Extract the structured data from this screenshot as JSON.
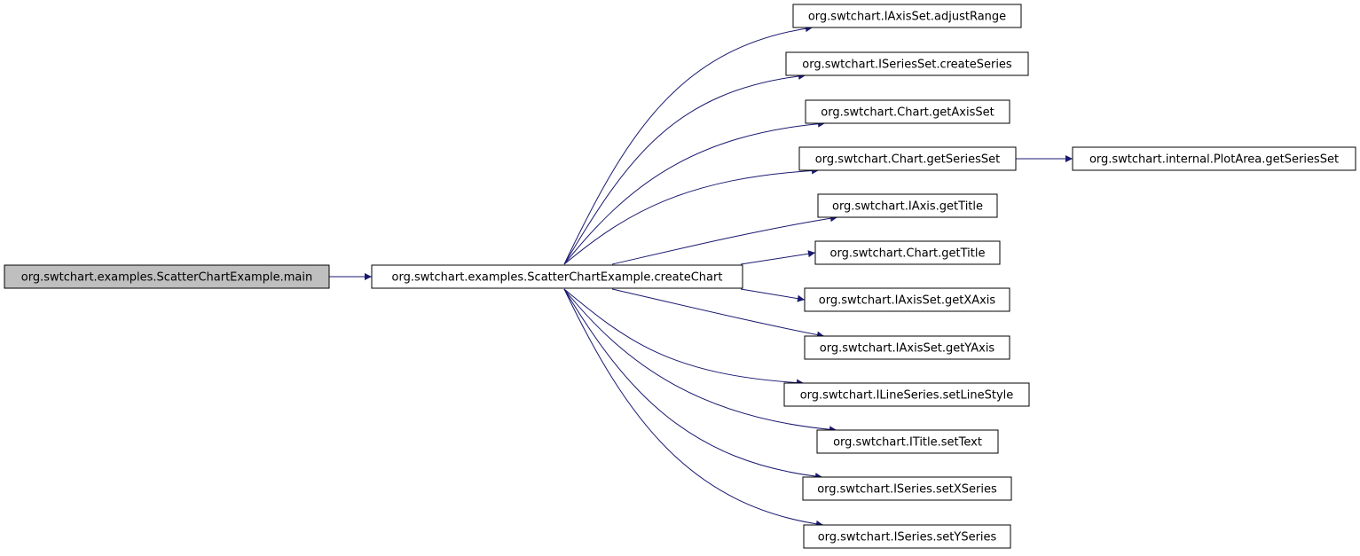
{
  "colors": {
    "edge": "#191970",
    "root_fill": "#bfbfbf",
    "node_fill": "#ffffff",
    "border": "#000000"
  },
  "nodes": [
    {
      "id": "main",
      "label": "org.swtchart.examples.ScatterChartExample.main",
      "root": true
    },
    {
      "id": "createChart",
      "label": "org.swtchart.examples.ScatterChartExample.createChart"
    },
    {
      "id": "adjustRange",
      "label": "org.swtchart.IAxisSet.adjustRange"
    },
    {
      "id": "createSeries",
      "label": "org.swtchart.ISeriesSet.createSeries"
    },
    {
      "id": "getAxisSet",
      "label": "org.swtchart.Chart.getAxisSet"
    },
    {
      "id": "getSeriesSet",
      "label": "org.swtchart.Chart.getSeriesSet"
    },
    {
      "id": "plotGetSeriesSet",
      "label": "org.swtchart.internal.PlotArea.getSeriesSet"
    },
    {
      "id": "axisGetTitle",
      "label": "org.swtchart.IAxis.getTitle"
    },
    {
      "id": "chartGetTitle",
      "label": "org.swtchart.Chart.getTitle"
    },
    {
      "id": "getXAxis",
      "label": "org.swtchart.IAxisSet.getXAxis"
    },
    {
      "id": "getYAxis",
      "label": "org.swtchart.IAxisSet.getYAxis"
    },
    {
      "id": "setLineStyle",
      "label": "org.swtchart.ILineSeries.setLineStyle"
    },
    {
      "id": "setText",
      "label": "org.swtchart.ITitle.setText"
    },
    {
      "id": "setXSeries",
      "label": "org.swtchart.ISeries.setXSeries"
    },
    {
      "id": "setYSeries",
      "label": "org.swtchart.ISeries.setYSeries"
    }
  ],
  "edges": [
    {
      "from": "main",
      "to": "createChart"
    },
    {
      "from": "createChart",
      "to": "adjustRange"
    },
    {
      "from": "createChart",
      "to": "createSeries"
    },
    {
      "from": "createChart",
      "to": "getAxisSet"
    },
    {
      "from": "createChart",
      "to": "getSeriesSet"
    },
    {
      "from": "createChart",
      "to": "axisGetTitle"
    },
    {
      "from": "createChart",
      "to": "chartGetTitle"
    },
    {
      "from": "createChart",
      "to": "getXAxis"
    },
    {
      "from": "createChart",
      "to": "getYAxis"
    },
    {
      "from": "createChart",
      "to": "setLineStyle"
    },
    {
      "from": "createChart",
      "to": "setText"
    },
    {
      "from": "createChart",
      "to": "setXSeries"
    },
    {
      "from": "createChart",
      "to": "setYSeries"
    },
    {
      "from": "getSeriesSet",
      "to": "plotGetSeriesSet"
    }
  ]
}
